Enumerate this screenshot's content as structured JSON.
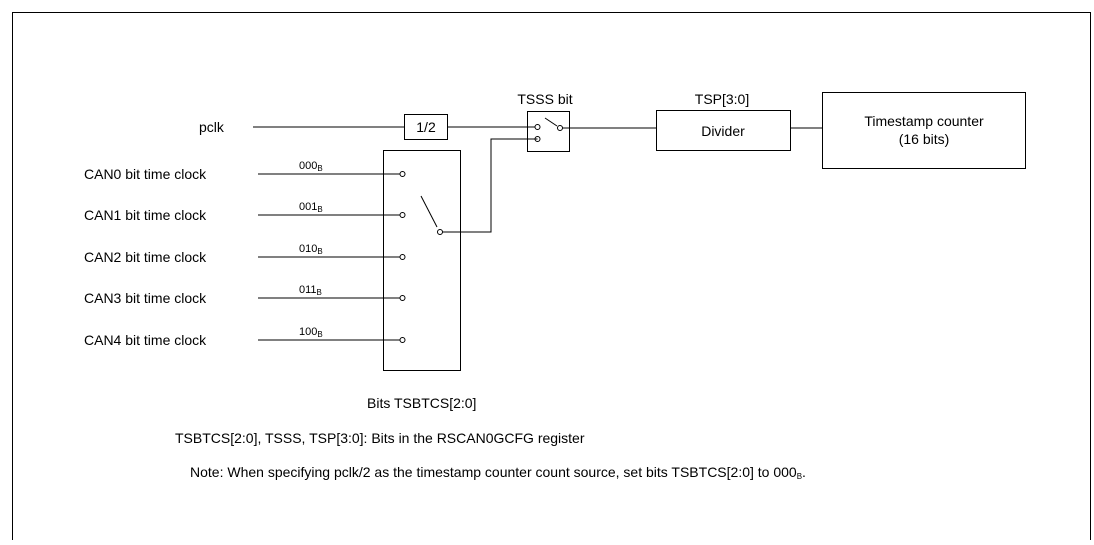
{
  "signals": {
    "pclk": "pclk",
    "can_clocks": [
      {
        "label": "CAN0 bit time clock",
        "code": "000",
        "sub": "B"
      },
      {
        "label": "CAN1 bit time clock",
        "code": "001",
        "sub": "B"
      },
      {
        "label": "CAN2 bit time clock",
        "code": "010",
        "sub": "B"
      },
      {
        "label": "CAN3 bit time clock",
        "code": "011",
        "sub": "B"
      },
      {
        "label": "CAN4 bit time clock",
        "code": "100",
        "sub": "B"
      }
    ]
  },
  "blocks": {
    "half_divider": "1/2",
    "tsss_label": "TSSS bit",
    "tsp_label": "TSP[3:0]",
    "divider": "Divider",
    "counter_line1": "Timestamp counter",
    "counter_line2": "(16 bits)",
    "selector_label": "Bits TSBTCS[2:0]"
  },
  "notes": {
    "registers": "TSBTCS[2:0], TSSS, TSP[3:0]: Bits in the RSCAN0GCFG register",
    "note_main": "Note: When specifying pclk/2 as the timestamp counter count source, set bits TSBTCS[2:0] to 000",
    "note_sub": "B",
    "note_end": "."
  }
}
